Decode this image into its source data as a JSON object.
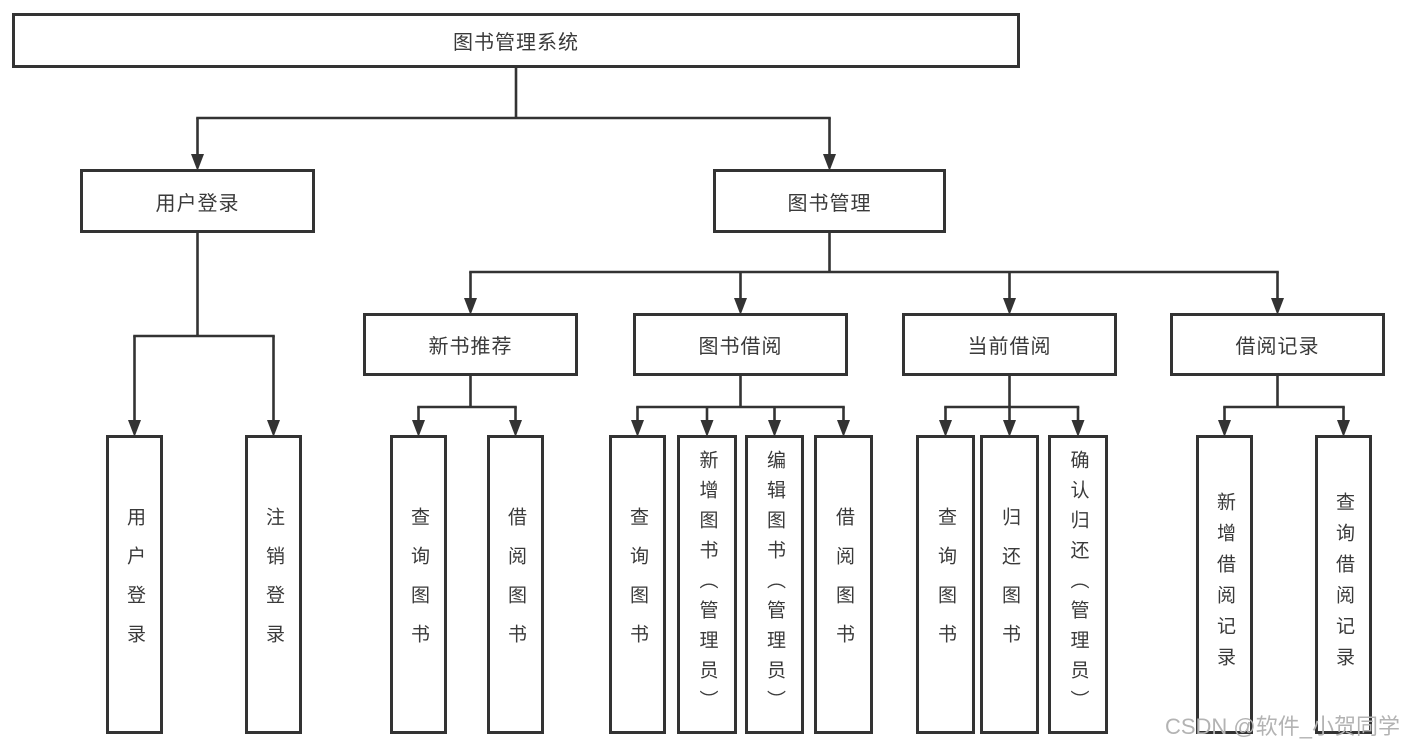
{
  "diagram": {
    "title": "图书管理系统",
    "nodes": [
      {
        "id": "root",
        "label": "图书管理系统",
        "children": [
          "user-login",
          "book-mgmt"
        ]
      },
      {
        "id": "user-login",
        "label": "用户登录",
        "children": [
          "login",
          "logout"
        ]
      },
      {
        "id": "book-mgmt",
        "label": "图书管理",
        "children": [
          "new-book-rec",
          "book-borrow",
          "current-borrow",
          "borrow-records"
        ]
      },
      {
        "id": "new-book-rec",
        "label": "新书推荐",
        "children": [
          "nbr-query",
          "nbr-borrow"
        ]
      },
      {
        "id": "book-borrow",
        "label": "图书借阅",
        "children": [
          "bb-query",
          "bb-add",
          "bb-edit",
          "bb-borrow"
        ]
      },
      {
        "id": "current-borrow",
        "label": "当前借阅",
        "children": [
          "cb-query",
          "cb-return",
          "cb-confirm"
        ]
      },
      {
        "id": "borrow-records",
        "label": "借阅记录",
        "children": [
          "br-add",
          "br-query"
        ]
      },
      {
        "id": "login",
        "label": "用户登录",
        "vertical": true
      },
      {
        "id": "logout",
        "label": "注销登录",
        "vertical": true
      },
      {
        "id": "nbr-query",
        "label": "查询图书",
        "vertical": true
      },
      {
        "id": "nbr-borrow",
        "label": "借阅图书",
        "vertical": true
      },
      {
        "id": "bb-query",
        "label": "查询图书",
        "vertical": true
      },
      {
        "id": "bb-add",
        "label": "新增图书（管理员）",
        "vertical": true
      },
      {
        "id": "bb-edit",
        "label": "编辑图书（管理员）",
        "vertical": true
      },
      {
        "id": "bb-borrow",
        "label": "借阅图书",
        "vertical": true
      },
      {
        "id": "cb-query",
        "label": "查询图书",
        "vertical": true
      },
      {
        "id": "cb-return",
        "label": "归还图书",
        "vertical": true
      },
      {
        "id": "cb-confirm",
        "label": "确认归还（管理员）",
        "vertical": true
      },
      {
        "id": "br-add",
        "label": "新增借阅记录",
        "vertical": true
      },
      {
        "id": "br-query",
        "label": "查询借阅记录",
        "vertical": true
      }
    ],
    "watermark": "CSDN @软件_小贺同学"
  },
  "colors": {
    "line": "#333333",
    "box_border": "#333333",
    "text": "#3a3a3a",
    "watermark": "#b3b3b3",
    "background": "#ffffff"
  }
}
